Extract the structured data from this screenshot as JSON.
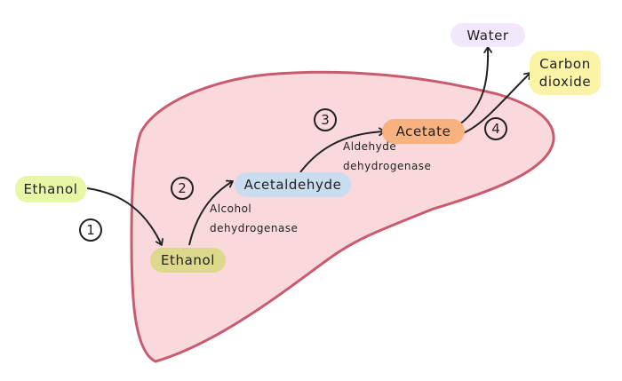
{
  "nodes": {
    "ethanol_outside": {
      "label": "Ethanol",
      "color": "#e6f7a6"
    },
    "ethanol_inside": {
      "label": "Ethanol",
      "color": "#dcd98c"
    },
    "acetaldehyde": {
      "label": "Acetaldehyde",
      "color": "#c9ddee"
    },
    "acetate": {
      "label": "Acetate",
      "color": "#f7b27f"
    },
    "water": {
      "label": "Water",
      "color": "#f1e9fb"
    },
    "carbon_dioxide": {
      "label_line1": "Carbon",
      "label_line2": "dioxide",
      "color": "#fbf3a6"
    }
  },
  "enzymes": {
    "alcohol_dehydrogenase": {
      "line1": "Alcohol",
      "line2": "dehydrogenase"
    },
    "aldehyde_dehydrogenase": {
      "line1": "Aldehyde",
      "line2": "dehydrogenase"
    }
  },
  "steps": [
    "1",
    "2",
    "3",
    "4"
  ],
  "liver": {
    "fill": "#f9d9dc",
    "outline": "#c95b70"
  }
}
